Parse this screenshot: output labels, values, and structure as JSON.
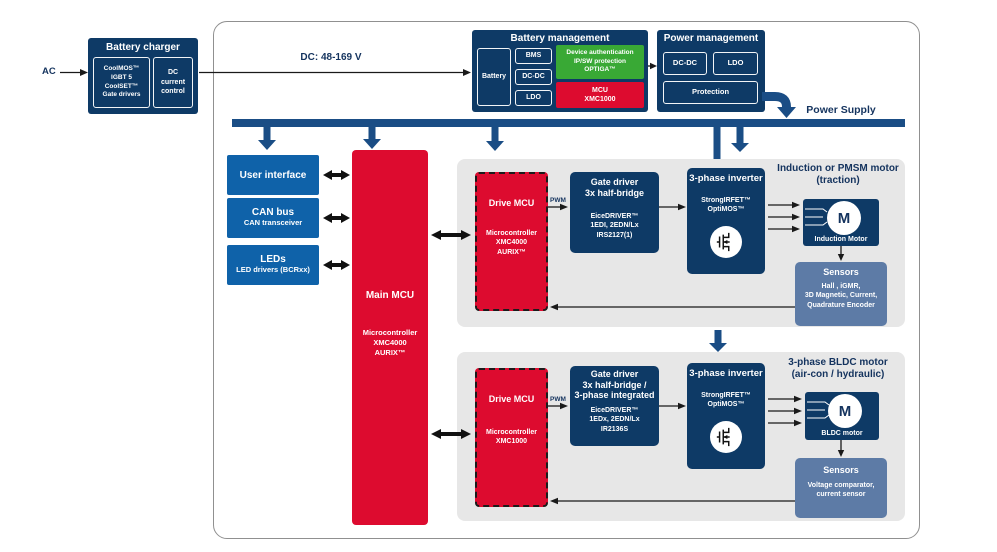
{
  "colors": {
    "navy": "#0e3a66",
    "blue": "#0f62a9",
    "red": "#dd0b2f",
    "green": "#39a935",
    "steel": "#5d7ba6",
    "bus": "#1a4d85",
    "panel": "#e7e7e7"
  },
  "labels": {
    "ac": "AC",
    "dc_link": "DC: 48-169 V",
    "power_supply": "Power Supply",
    "pwm1": "PWM",
    "pwm2": "PWM"
  },
  "battery_charger": {
    "title": "Battery charger",
    "left_lines": [
      "CoolMOS™",
      "IGBT 5",
      "CoolSET™",
      "Gate drivers"
    ],
    "right_lines": [
      "DC",
      "current",
      "control"
    ]
  },
  "battery_management": {
    "title": "Battery management",
    "battery": "Battery",
    "stack": [
      "BMS",
      "DC-DC",
      "LDO"
    ],
    "security_lines": [
      "Device authentication",
      "IP/SW protection",
      "OPTIGA™"
    ],
    "mcu_lines": [
      "MCU",
      "XMC1000"
    ]
  },
  "power_management": {
    "title": "Power management",
    "dcdc": "DC-DC",
    "ldo": "LDO",
    "protection": "Protection"
  },
  "left_column": [
    {
      "title": "User interface",
      "subtitle": ""
    },
    {
      "title": "CAN bus",
      "subtitle": "CAN transceiver"
    },
    {
      "title": "LEDs",
      "subtitle": "LED drivers (BCRxx)"
    }
  ],
  "main_mcu": {
    "title": "Main MCU",
    "lines": [
      "Microcontroller",
      "XMC4000",
      "AURIX™"
    ]
  },
  "row1": {
    "drive_mcu": {
      "title": "Drive MCU",
      "lines": [
        "Microcontroller",
        "XMC4000",
        "AURIX™"
      ]
    },
    "gate_driver": {
      "title_lines": [
        "Gate driver",
        "3x half-bridge"
      ],
      "lines": [
        "EiceDRIVER™",
        "1EDI, 2EDN/Lx",
        "IRS2127(1)"
      ]
    },
    "inverter": {
      "title": "3-phase inverter",
      "lines": [
        "StrongIRFET™",
        "OptiMOS™"
      ]
    },
    "heading_lines": [
      "Induction or PMSM motor",
      "(traction)"
    ],
    "motor": {
      "symbol": "M",
      "label": "Induction Motor"
    },
    "sensors": {
      "title": "Sensors",
      "lines": [
        "Hall , iGMR,",
        "3D Magnetic, Current,",
        "Quadrature Encoder"
      ]
    }
  },
  "row2": {
    "drive_mcu": {
      "title": "Drive MCU",
      "lines": [
        "Microcontroller",
        "XMC1000"
      ]
    },
    "gate_driver": {
      "title_lines": [
        "Gate driver",
        "3x half-bridge /",
        "3-phase integrated"
      ],
      "lines": [
        "EiceDRIVER™",
        "1EDx, 2EDN/Lx",
        "IR2136S"
      ]
    },
    "inverter": {
      "title": "3-phase inverter",
      "lines": [
        "StrongIRFET™",
        "OptiMOS™"
      ]
    },
    "heading_lines": [
      "3-phase BLDC motor",
      "(air-con / hydraulic)"
    ],
    "motor": {
      "symbol": "M",
      "label": "BLDC motor"
    },
    "sensors": {
      "title": "Sensors",
      "lines": [
        "Voltage comparator,",
        "current sensor"
      ]
    }
  }
}
